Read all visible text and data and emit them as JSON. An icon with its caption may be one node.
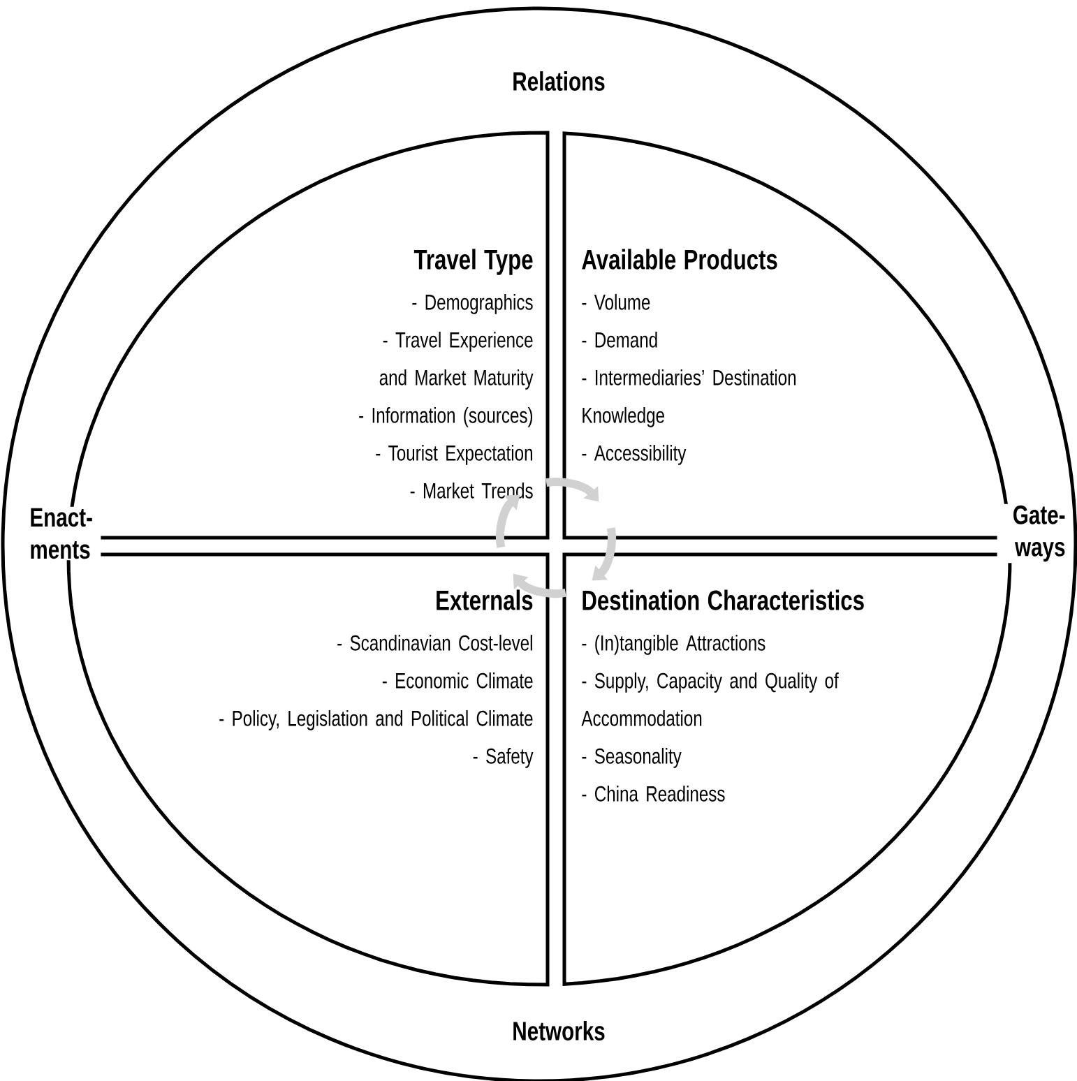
{
  "diagram": {
    "nodes": [
      {
        "text": [
          "Relations",
          "Enact- ments",
          "Gate- ways",
          "Networks"
        ]
      },
      {
        "text": [
          "Travel Type",
          "- Demographics",
          "- Travel Experience and Market Maturity",
          "- Information (sources)",
          "- Tourist Expectation",
          "- Market Trends"
        ],
        "in": 0
      },
      {
        "text": [
          "Available Products",
          "- Volume",
          "- Demand",
          "- Intermediaries’ Destination Knowledge",
          "- Accessibility"
        ],
        "in": 0
      },
      {
        "text": [
          "Externals",
          "- Scandinavian Cost-level",
          "- Economic Climate",
          "- Policy, Legislation and Political Climate",
          "- Safety"
        ],
        "in": 0
      },
      {
        "text": [
          "Destination Characteristics",
          "- (In)tangible Attractions",
          "- Supply, Capacity and Quality of Accommodation",
          "- Seasonality",
          "- China Readiness"
        ],
        "in": 0
      }
    ],
    "edges": [
      {
        "from": 1,
        "to": 2,
        "arrow": "to"
      },
      {
        "from": 2,
        "to": 4,
        "arrow": "to"
      },
      {
        "from": 4,
        "to": 3,
        "arrow": "to"
      },
      {
        "from": 3,
        "to": 1,
        "arrow": "to"
      }
    ]
  }
}
